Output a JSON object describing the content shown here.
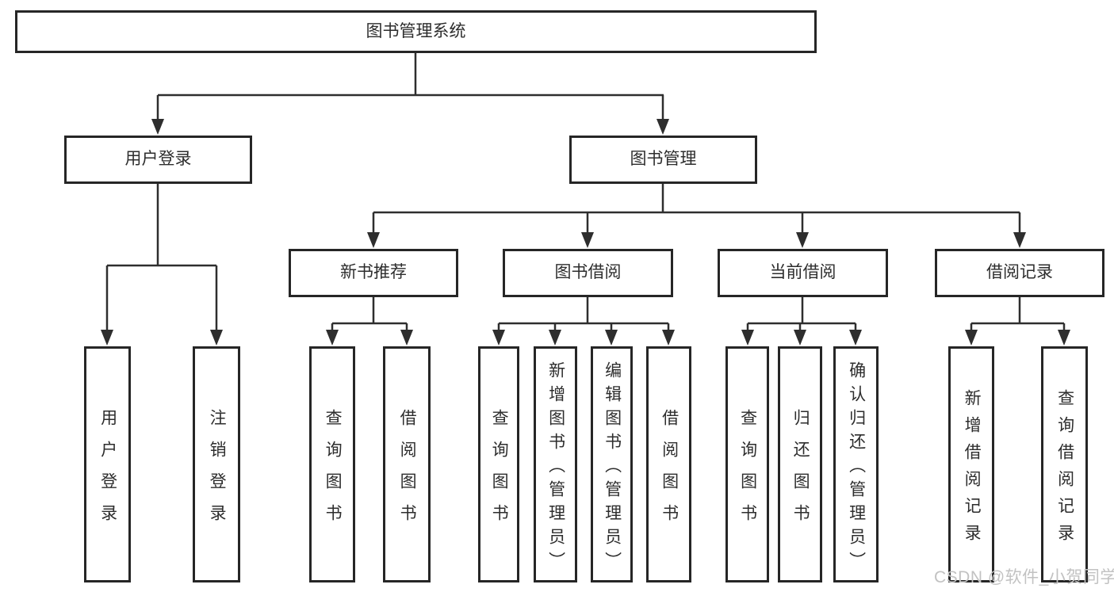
{
  "tree": {
    "label": "图书管理系统",
    "children": [
      {
        "label": "用户登录",
        "children": [
          {
            "label": "用户登录"
          },
          {
            "label": "注销登录"
          }
        ]
      },
      {
        "label": "图书管理",
        "children": [
          {
            "label": "新书推荐",
            "children": [
              {
                "label": "查询图书"
              },
              {
                "label": "借阅图书"
              }
            ]
          },
          {
            "label": "图书借阅",
            "children": [
              {
                "label": "查询图书"
              },
              {
                "label": "新增图书（管理员）"
              },
              {
                "label": "编辑图书（管理员）"
              },
              {
                "label": "借阅图书"
              }
            ]
          },
          {
            "label": "当前借阅",
            "children": [
              {
                "label": "查询图书"
              },
              {
                "label": "归还图书"
              },
              {
                "label": "确认归还（管理员）"
              }
            ]
          },
          {
            "label": "借阅记录",
            "children": [
              {
                "label": "新增借阅记录"
              },
              {
                "label": "查询借阅记录"
              }
            ]
          }
        ]
      }
    ]
  },
  "watermark": {
    "text": "CSDN @软件_小贺同学",
    "color": "#c2c2c2"
  },
  "colors": {
    "background": "#ffffff",
    "box_fill": "#ffffff",
    "box_border": "#262626",
    "line": "#2e2e2e",
    "text": "#2d2d2d"
  }
}
